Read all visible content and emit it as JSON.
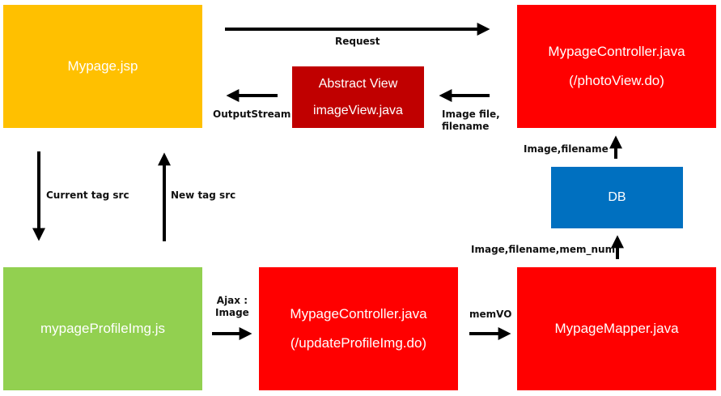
{
  "boxes": {
    "mypage_jsp": {
      "label": "Mypage.jsp",
      "color": "#ffc000"
    },
    "photo_controller": {
      "line1": "MypageController.java",
      "line2": "(/photoView.do)",
      "color": "#ff0000"
    },
    "abstract_view": {
      "line1": "Abstract View",
      "line2": "imageView.java",
      "color": "#c00000"
    },
    "db": {
      "label": "DB",
      "color": "#0070c0"
    },
    "profile_js": {
      "label": "mypageProfileImg.js",
      "color": "#92d050"
    },
    "update_controller": {
      "line1": "MypageController.java",
      "line2": "(/updateProfileImg.do)",
      "color": "#ff0000"
    },
    "mapper": {
      "label": "MypageMapper.java",
      "color": "#ff0000"
    }
  },
  "arrow_labels": {
    "request": "Request",
    "output_stream": "OutputStream",
    "image_file_line1": "Image file,",
    "image_file_line2": "filename",
    "image_filename_top": "Image,filename",
    "current_tag_src": "Current tag src",
    "new_tag_src": "New tag src",
    "image_filename_mem_num": "Image,filename,mem_num",
    "ajax_line1": "Ajax :",
    "ajax_line2": "Image",
    "memvo": "memVO"
  }
}
